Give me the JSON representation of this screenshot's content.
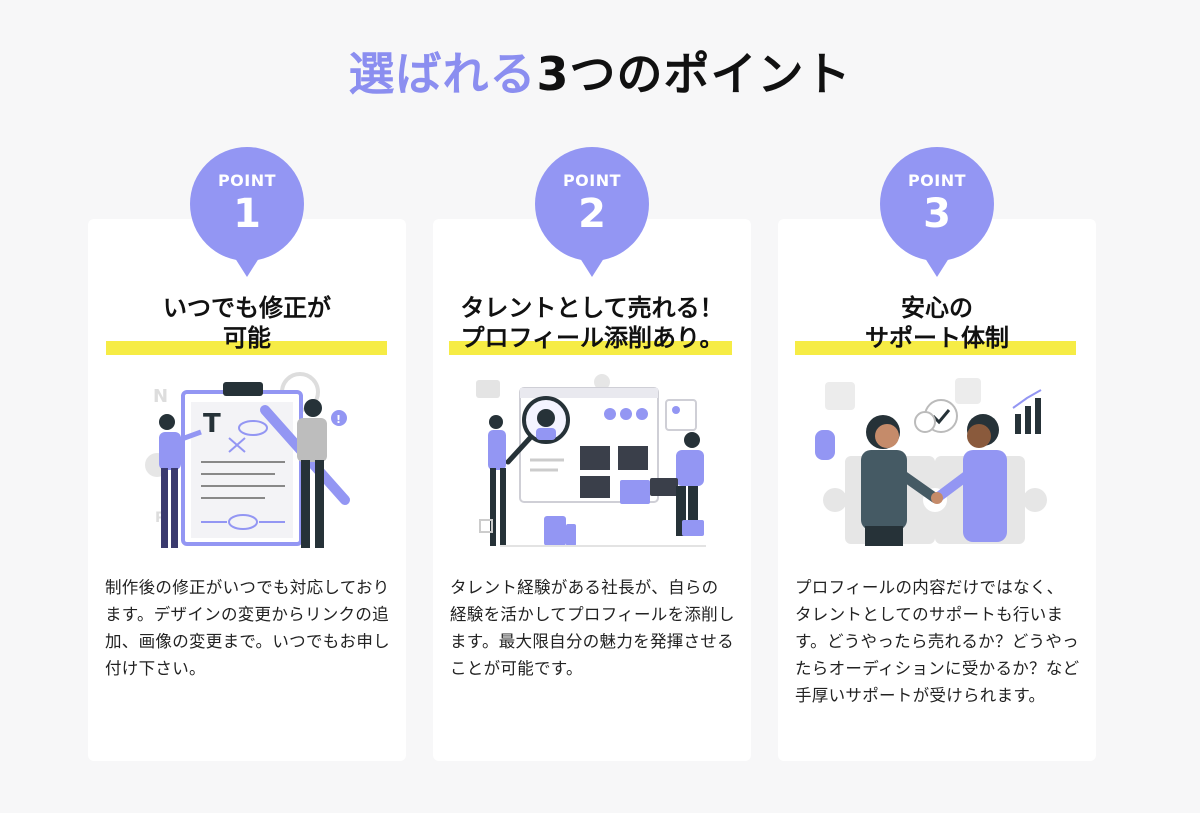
{
  "title": {
    "accent": "選ばれる",
    "rest": "3つのポイント"
  },
  "points": [
    {
      "label": "POINT",
      "number": "1",
      "heading_line1": "いつでも修正が",
      "heading_line2": "可能",
      "description": "制作後の修正がいつでも対応しております。デザインの変更からリンクの追加、画像の変更まで。いつでもお申し付け下さい。"
    },
    {
      "label": "POINT",
      "number": "2",
      "heading_line1": "タレントとして売れる！",
      "heading_line2": "プロフィール添削あり。",
      "description": "タレント経験がある社長が、自らの経験を活かしてプロフィールを添削します。最大限自分の魅力を発揮させることが可能です。"
    },
    {
      "label": "POINT",
      "number": "3",
      "heading_line1": "安心の",
      "heading_line2": "サポート体制",
      "description": "プロフィールの内容だけではなく、タレントとしてのサポートも行います。どうやったら売れるか？どうやったらオーディションに受かるか？など手厚いサポートが受けられます。"
    }
  ],
  "colors": {
    "accent": "#8b8ef0",
    "badge": "#9396f3",
    "highlight": "#f6ec45"
  }
}
